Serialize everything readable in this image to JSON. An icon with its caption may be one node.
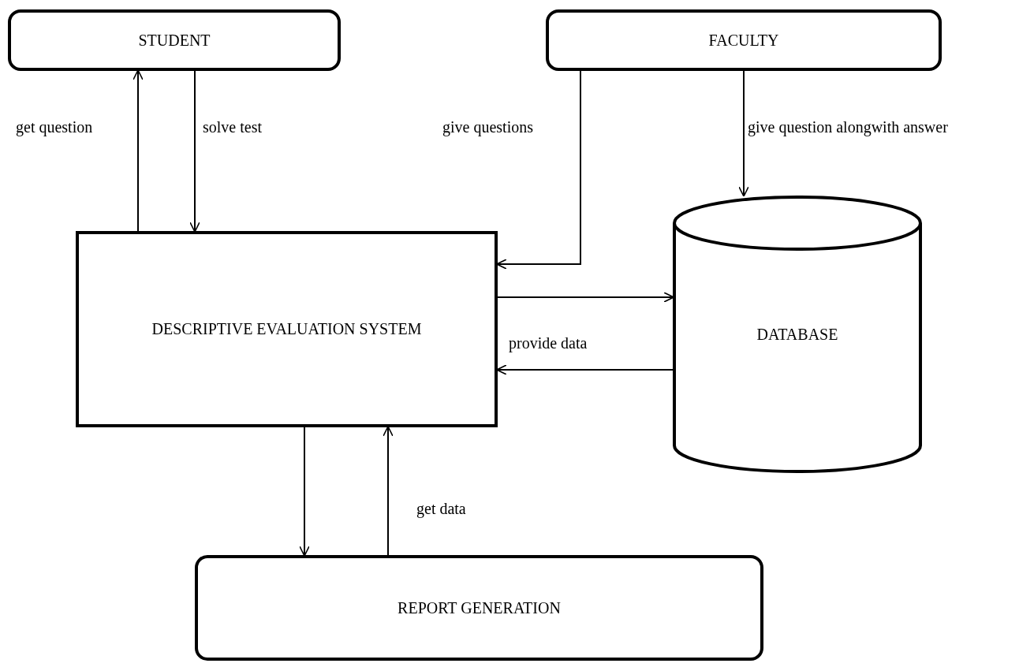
{
  "diagram": {
    "nodes": [
      {
        "text": [
          "STUDENT"
        ]
      },
      {
        "text": [
          "FACULTY"
        ]
      },
      {
        "text": [
          "DESCRIPTIVE EVALUATION SYSTEM"
        ]
      },
      {
        "text": [
          "DATABASE"
        ]
      },
      {
        "text": [
          "REPORT GENERATION"
        ]
      }
    ],
    "edges": [
      {
        "from": 2,
        "to": 0,
        "arrow": "to",
        "label": "get question"
      },
      {
        "from": 0,
        "to": 2,
        "arrow": "to",
        "label": "solve test"
      },
      {
        "from": 1,
        "to": 2,
        "arrow": "to",
        "label": "give questions"
      },
      {
        "from": 1,
        "to": 3,
        "arrow": "to",
        "label": "give question alongwith answer"
      },
      {
        "from": 2,
        "to": 3,
        "arrow": "to"
      },
      {
        "from": 3,
        "to": 2,
        "arrow": "to",
        "label": "provide data"
      },
      {
        "from": 2,
        "to": 4,
        "arrow": "to"
      },
      {
        "from": 4,
        "to": 2,
        "arrow": "to",
        "label": "get data"
      }
    ]
  }
}
